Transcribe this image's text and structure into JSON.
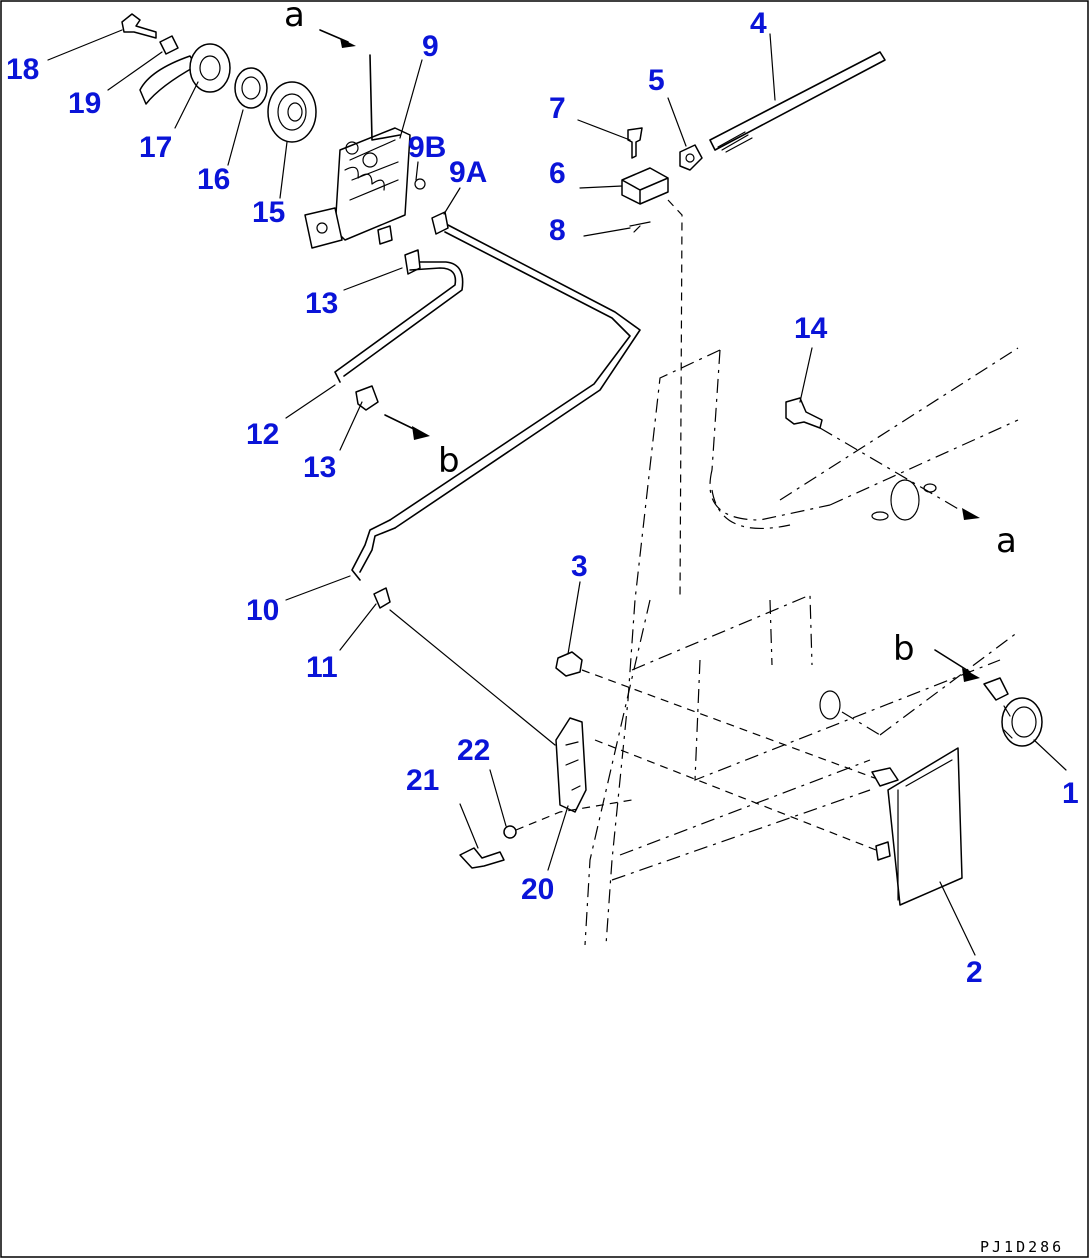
{
  "diagram": {
    "callouts": [
      {
        "id": "1",
        "text": "1"
      },
      {
        "id": "2",
        "text": "2"
      },
      {
        "id": "3",
        "text": "3"
      },
      {
        "id": "4",
        "text": "4"
      },
      {
        "id": "5",
        "text": "5"
      },
      {
        "id": "6",
        "text": "6"
      },
      {
        "id": "7",
        "text": "7"
      },
      {
        "id": "8",
        "text": "8"
      },
      {
        "id": "9",
        "text": "9"
      },
      {
        "id": "9A",
        "text": "9A"
      },
      {
        "id": "9B",
        "text": "9B"
      },
      {
        "id": "10",
        "text": "10"
      },
      {
        "id": "11",
        "text": "11"
      },
      {
        "id": "12",
        "text": "12"
      },
      {
        "id": "13a",
        "text": "13"
      },
      {
        "id": "13b",
        "text": "13"
      },
      {
        "id": "14",
        "text": "14"
      },
      {
        "id": "15",
        "text": "15"
      },
      {
        "id": "16",
        "text": "16"
      },
      {
        "id": "17",
        "text": "17"
      },
      {
        "id": "18",
        "text": "18"
      },
      {
        "id": "19",
        "text": "19"
      },
      {
        "id": "20",
        "text": "20"
      },
      {
        "id": "21",
        "text": "21"
      },
      {
        "id": "22",
        "text": "22"
      }
    ],
    "references": {
      "a_top": "a",
      "a_right": "a",
      "b_mid": "b",
      "b_right": "b"
    },
    "drawing_code": "PJ1D286",
    "colors": {
      "callout": "#0a14d8",
      "line": "#000000",
      "background": "#ffffff"
    }
  }
}
